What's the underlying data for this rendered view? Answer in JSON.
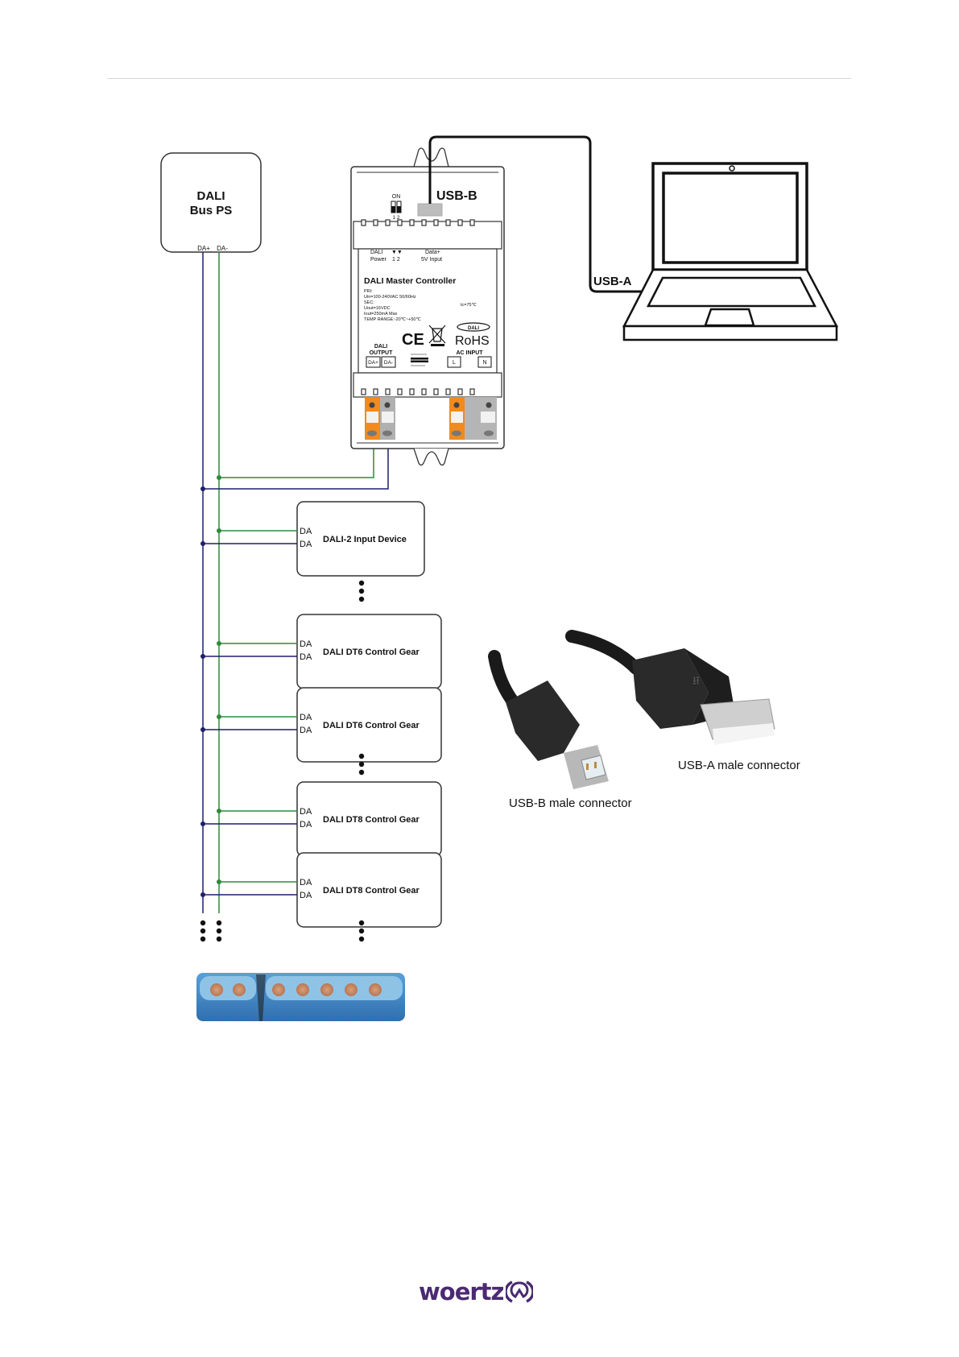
{
  "header": {
    "divider": true
  },
  "power_supply": {
    "title_line1": "DALI",
    "title_line2": "Bus PS",
    "terminal_plus": "DA+",
    "terminal_minus": "DA-"
  },
  "controller": {
    "usb_label": "USB-B",
    "dip_label": "ON",
    "dip_numbers": "1 2",
    "power_label_line1": "DALI",
    "power_label_line2": "Power",
    "led_numbers": "1 2",
    "data_label_line1": "Data+",
    "data_label_line2": "5V Input",
    "name": "DALI Master Controller",
    "spec_pri": "PRI:",
    "spec_uin": "Uin=100-240VAC  50/60Hz",
    "spec_sec": "SEC:",
    "spec_tc": "tc=75℃",
    "spec_uout": "Uout=16VDC",
    "spec_iout": "Iout=250mA Max",
    "spec_temp": "TEMP RANGE:-20℃~+50℃",
    "ce_mark": "CE",
    "rohs": "RoHS",
    "dali_badge": "DALI",
    "output_label_line1": "DALI",
    "output_label_line2": "OUTPUT",
    "out_plus": "DA+",
    "out_minus": "DA-",
    "ac_input_label": "AC INPUT",
    "ac_l": "L",
    "ac_n": "N"
  },
  "laptop": {
    "usb_label": "USB-A"
  },
  "devices": [
    {
      "pin1": "DA",
      "pin2": "DA",
      "label": "DALI-2 Input Device"
    },
    {
      "pin1": "DA",
      "pin2": "DA",
      "label": "DALI DT6 Control Gear"
    },
    {
      "pin1": "DA",
      "pin2": "DA",
      "label": "DALI DT6 Control Gear"
    },
    {
      "pin1": "DA",
      "pin2": "DA",
      "label": "DALI DT8 Control Gear"
    },
    {
      "pin1": "DA",
      "pin2": "DA",
      "label": "DALI DT8 Control Gear"
    }
  ],
  "photo_captions": {
    "usb_a": "USB-A male connector",
    "usb_b": "USB-B male connector"
  },
  "colors": {
    "wire_plus": "#2e8b3a",
    "wire_minus": "#1f1f6e",
    "terminal_orange": "#f28a1e",
    "terminal_grey": "#a9a9a9",
    "cable_blue": "#3a86c8",
    "brand": "#4a2a72"
  },
  "footer": {
    "brand": "woertz"
  }
}
